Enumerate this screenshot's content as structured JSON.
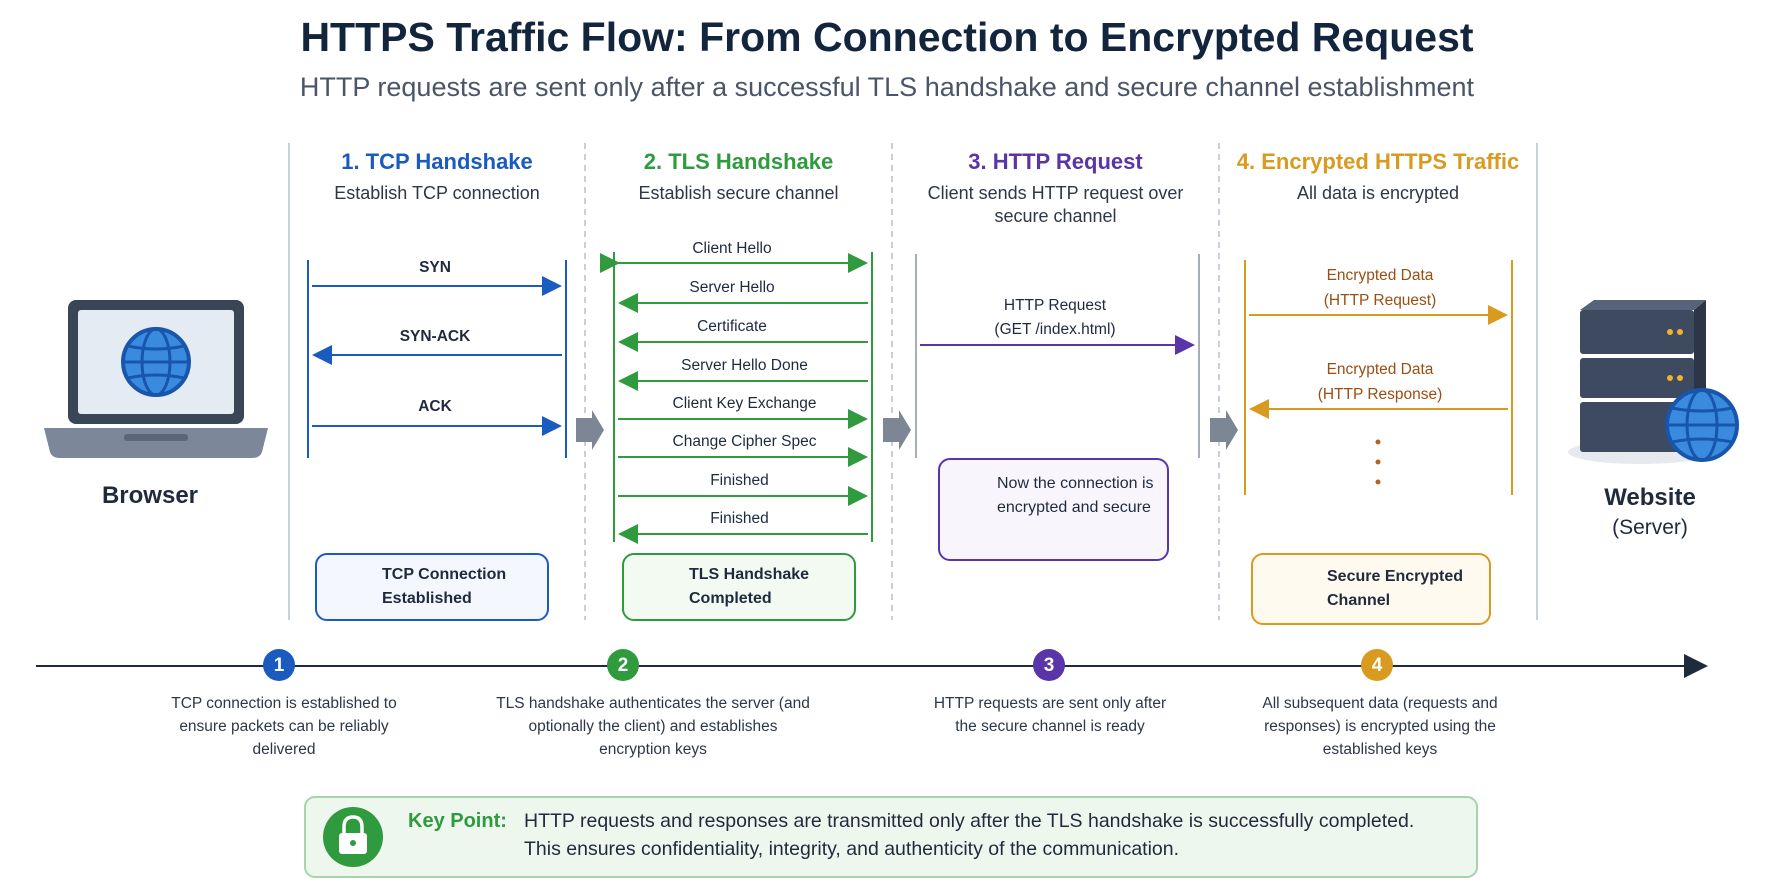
{
  "title": "HTTPS Traffic Flow: From Connection to Encrypted Request",
  "subtitle": "HTTP requests are sent only after a successful TLS handshake and secure channel establishment",
  "browser": {
    "label": "Browser"
  },
  "server": {
    "label": "Website",
    "sublabel": "(Server)"
  },
  "columns": [
    {
      "title": "1. TCP Handshake",
      "subtitle": "Establish TCP connection",
      "color": "#1b5bc0"
    },
    {
      "title": "2. TLS Handshake",
      "subtitle": "Establish secure channel",
      "color": "#2f9a3e"
    },
    {
      "title": "3. HTTP Request",
      "subtitle": "Client sends HTTP request over secure channel",
      "color": "#5a35a8"
    },
    {
      "title": "4. Encrypted HTTPS Traffic",
      "subtitle": "All data is encrypted",
      "color": "#d89a1f"
    }
  ],
  "tcp_messages": [
    "SYN",
    "SYN-ACK",
    "ACK"
  ],
  "tls_messages": [
    "Client Hello",
    "Server Hello",
    "Certificate",
    "Server Hello Done",
    "Client Key Exchange",
    "Change Cipher Spec",
    "Finished",
    "Finished"
  ],
  "http_request": {
    "line1": "HTTP Request",
    "line2": "(GET /index.html)"
  },
  "encrypted": [
    {
      "line1": "Encrypted Data",
      "line2": "(HTTP Request)"
    },
    {
      "line1": "Encrypted Data",
      "line2": "(HTTP Response)"
    }
  ],
  "status_boxes": {
    "tcp": "TCP Connection Established",
    "tls": "TLS Handshake Completed",
    "http_note": "Now the connection is encrypted and secure",
    "secure": "Secure Encrypted Channel"
  },
  "timeline": [
    {
      "num": "1",
      "text": "TCP connection is established to ensure packets can be reliably delivered"
    },
    {
      "num": "2",
      "text": "TLS handshake authenticates the server (and optionally the client) and establishes encryption keys"
    },
    {
      "num": "3",
      "text": "HTTP requests are sent only after the secure channel is ready"
    },
    {
      "num": "4",
      "text": "All subsequent data (requests and responses) is encrypted using the established keys"
    }
  ],
  "key_point": {
    "label": "Key Point:",
    "line1": "HTTP requests and responses are transmitted only after the TLS handshake is successfully completed.",
    "line2": "This ensures confidentiality, integrity, and authenticity of the communication."
  }
}
